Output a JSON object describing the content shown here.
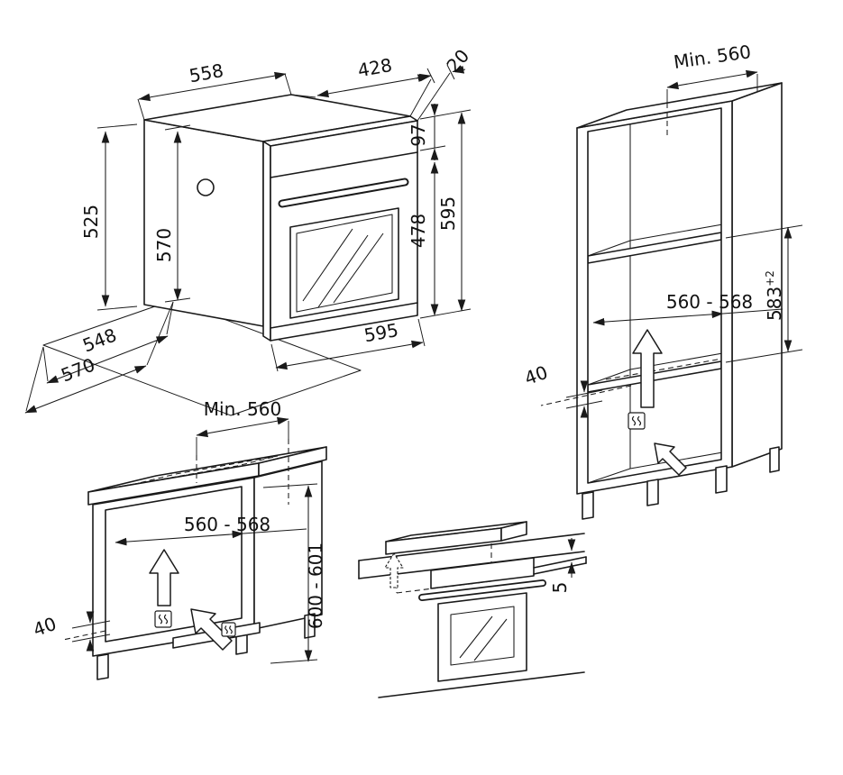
{
  "figures": {
    "oven": {
      "dims": {
        "body_width": "558",
        "top_depth": "428",
        "front_offset": "20",
        "panel_height": "97",
        "total_height": "595",
        "door_height": "478",
        "rear_height": "525",
        "body_height": "570",
        "body_depth": "548",
        "total_depth": "570",
        "front_width": "595"
      }
    },
    "tall_unit": {
      "dims": {
        "min_width": "Min. 560",
        "niche_width": "560 - 568",
        "niche_height": "583",
        "niche_height_tolerance": "+2",
        "rear_gap": "40"
      }
    },
    "base_unit": {
      "dims": {
        "min_width": "Min. 560",
        "niche_width": "560 - 568",
        "niche_height": "600 - 601",
        "rear_gap": "40"
      }
    },
    "hob_clearance": {
      "dims": {
        "gap": "5"
      }
    }
  }
}
